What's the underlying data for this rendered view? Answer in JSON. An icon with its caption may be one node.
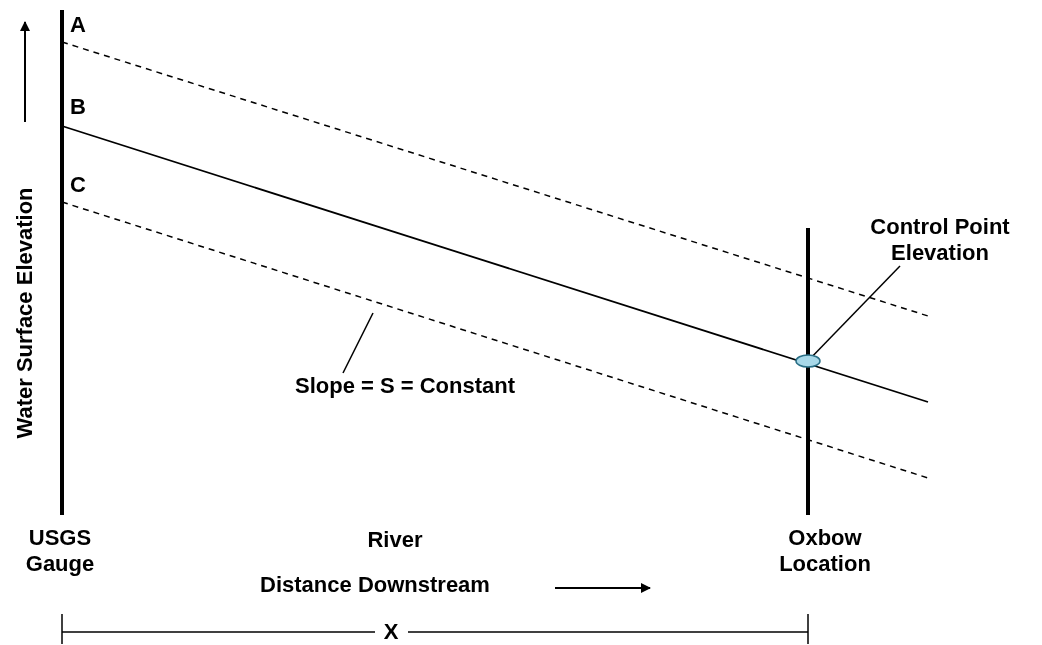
{
  "diagram": {
    "nodes": [
      {
        "text": [
          "Control Point Elevation"
        ]
      },
      {
        "text": [],
        "shape": "ellipse"
      },
      {
        "text": [
          "Slope = S = Constant"
        ]
      }
    ],
    "edges": [
      {
        "from": 0,
        "to": 1,
        "arrow": "none"
      },
      {
        "from": 2,
        "to": null,
        "arrow": "none"
      }
    ],
    "labels": [
      "A",
      "B",
      "C",
      "Water Surface Elevation",
      "USGS Gauge",
      "River",
      "Oxbow Location",
      "Distance Downstream",
      "X"
    ]
  }
}
